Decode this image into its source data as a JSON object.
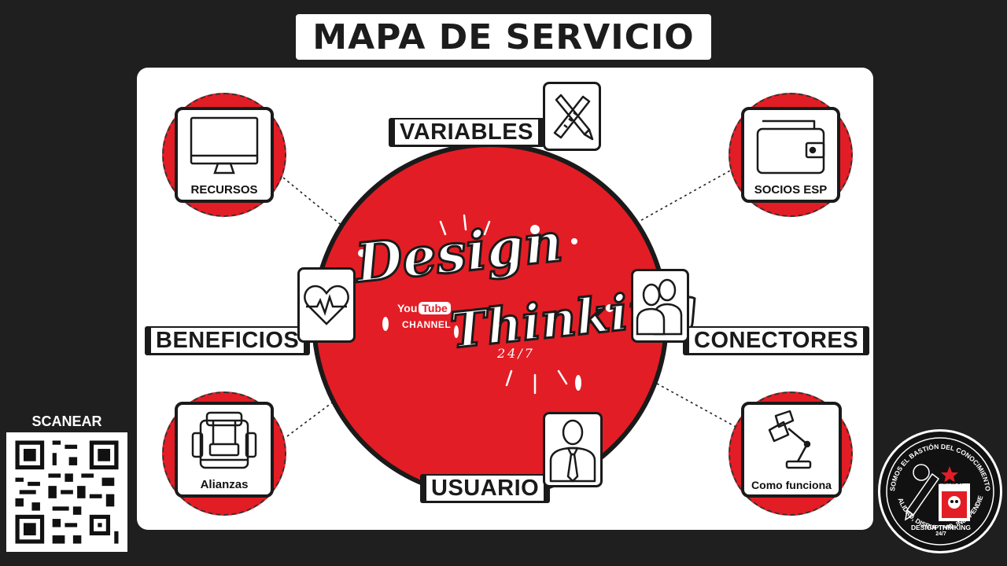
{
  "title": "MAPA DE SERVICIO",
  "center": {
    "logo_line1": "Design",
    "logo_line2": "Thinking",
    "logo_sub": "24/7",
    "youtube_word1": "You",
    "youtube_word2": "Tube",
    "channel": "CHANNEL"
  },
  "tags": {
    "variables": "VARIABLES",
    "beneficios": "BENEFICIOS",
    "conectores": "CONECTORES",
    "usuario": "USUARIO"
  },
  "nodes": {
    "recursos": "RECURSOS",
    "socios": "SOCIOS ESP",
    "alianzas": "Alianzas",
    "como_funciona": "Como funciona"
  },
  "qr_label": "SCANEAR",
  "badge": {
    "arc_top": "SOMOS EL BASTIÓN DEL CONOCIMIENTO",
    "arc_bottom": "DE CALIDAD, DISRUPTIVO, INDEPENDIENTE",
    "name": "DESIGN THINKING",
    "sub": "24/7",
    "created": "CREATED BY"
  },
  "colors": {
    "red": "#e31d25",
    "dark": "#1a1a1a",
    "bg": "#1f1f1f"
  },
  "icons": [
    "pencil-ruler-icon",
    "heart-pulse-icon",
    "users-icon",
    "user-tie-icon",
    "monitor-icon",
    "wallet-icon",
    "backpack-icon",
    "desk-lamp-icon",
    "qr-code-icon"
  ]
}
